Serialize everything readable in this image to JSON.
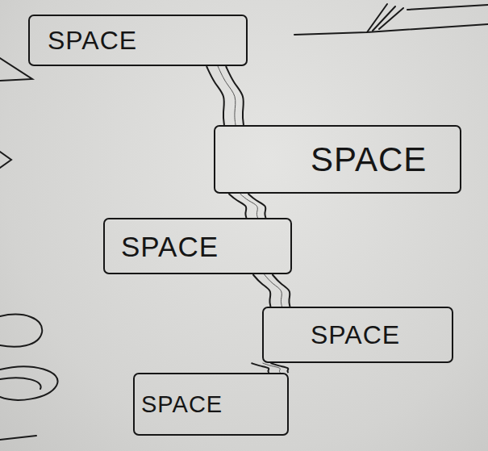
{
  "diagram": {
    "nodes": [
      {
        "text": [
          "SPACE"
        ]
      },
      {
        "text": [
          "SPACE"
        ]
      },
      {
        "text": [
          "SPACE"
        ]
      },
      {
        "text": [
          "SPACE"
        ]
      },
      {
        "text": [
          "SPACE"
        ]
      }
    ],
    "edges": [
      {
        "from": 0,
        "to": 1,
        "arrow": "none"
      },
      {
        "from": 1,
        "to": 2,
        "arrow": "none"
      },
      {
        "from": 2,
        "to": 3,
        "arrow": "none"
      },
      {
        "from": 3,
        "to": 4,
        "arrow": "none"
      }
    ]
  }
}
